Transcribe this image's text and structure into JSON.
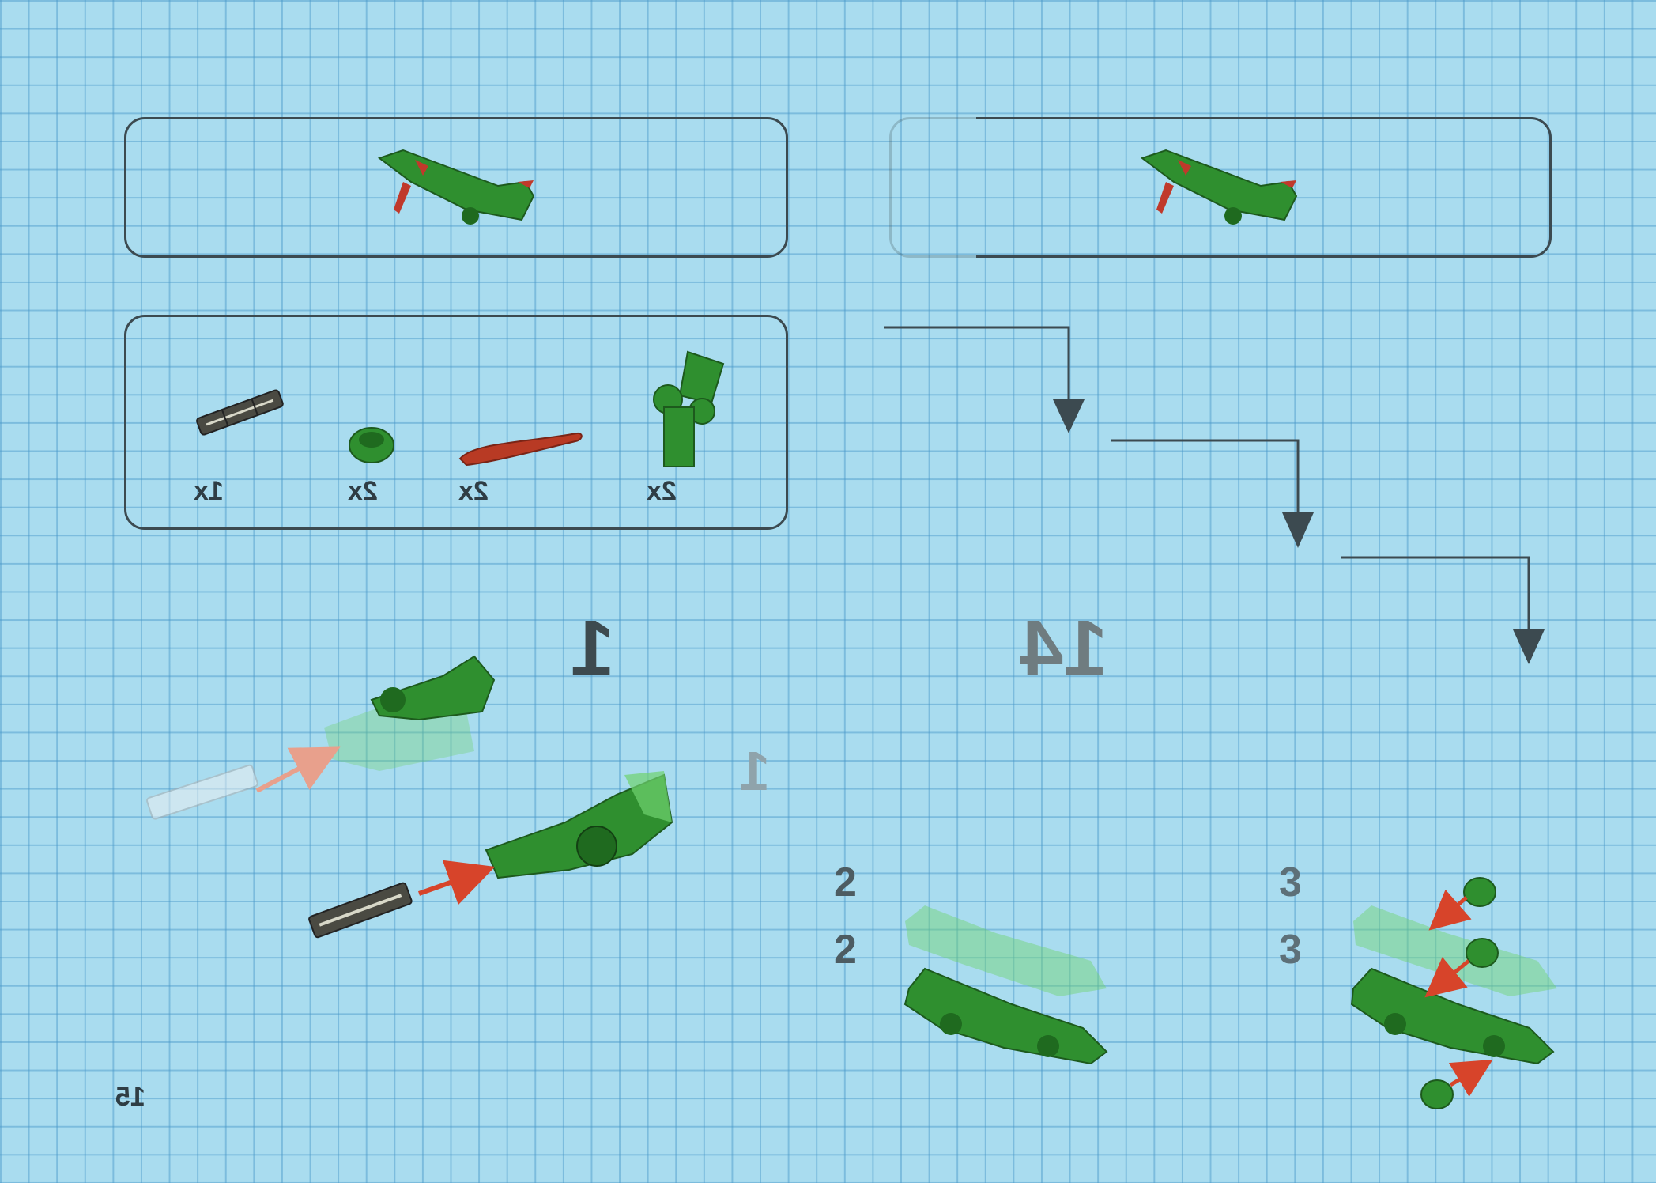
{
  "page": {
    "page_number": "15"
  },
  "parts_list": {
    "items": [
      {
        "icon": "connector-axle-icon",
        "qty": "1x"
      },
      {
        "icon": "round-plate-icon",
        "qty": "2x"
      },
      {
        "icon": "red-horn-icon",
        "qty": "2x"
      },
      {
        "icon": "green-joint-icon",
        "qty": "2x"
      }
    ]
  },
  "steps": {
    "main_step": "1",
    "faded_step": "1",
    "step_14": "14",
    "substep_2a": "2",
    "substep_2b": "2",
    "substep_3a": "3",
    "substep_3b": "3"
  },
  "colors": {
    "grid_bg": "#a9dcef",
    "part_green": "#2f8f2f",
    "part_red": "#c0392b",
    "frame": "#3c4a50"
  }
}
